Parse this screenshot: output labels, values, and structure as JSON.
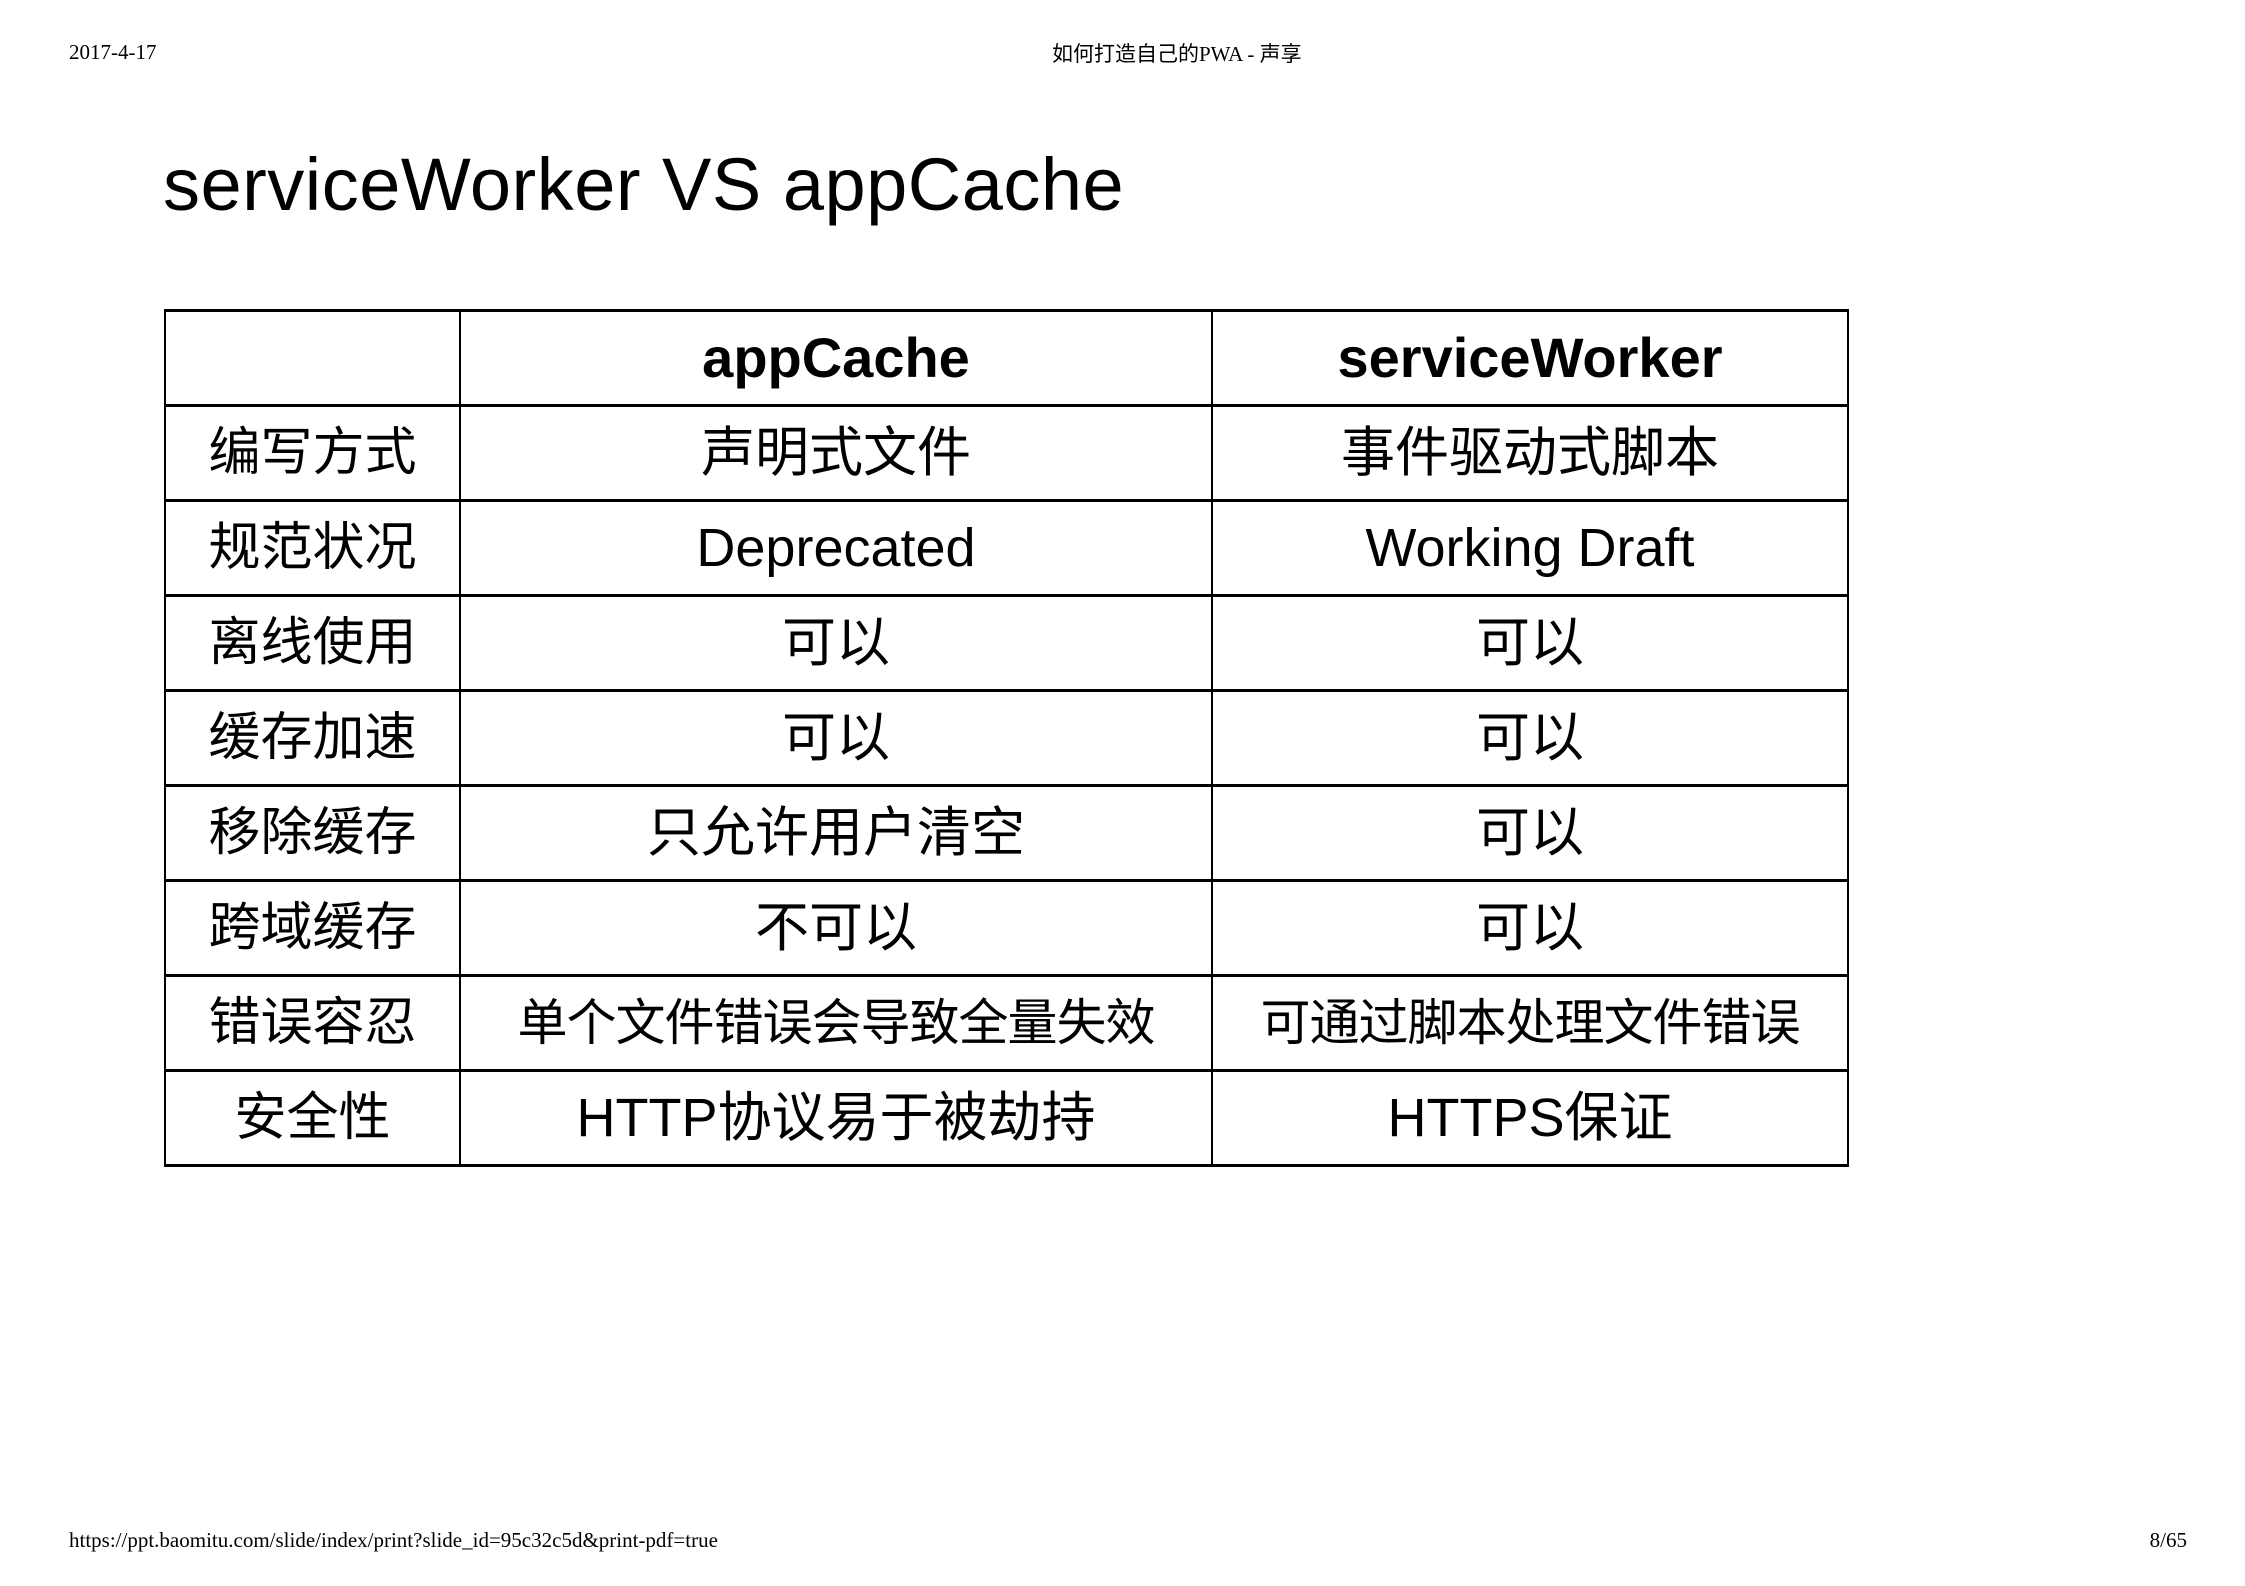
{
  "print_header": {
    "date": "2017-4-17",
    "title": "如何打造自己的PWA - 声享"
  },
  "print_footer": {
    "url": "https://ppt.baomitu.com/slide/index/print?slide_id=95c32c5d&print-pdf=true",
    "page": "8/65"
  },
  "slide": {
    "title": "serviceWorker VS appCache",
    "table": {
      "headers": [
        "",
        "appCache",
        "serviceWorker"
      ],
      "rows": [
        {
          "feature": "编写方式",
          "appcache": "声明式文件",
          "serviceworker": "事件驱动式脚本"
        },
        {
          "feature": "规范状况",
          "appcache": "Deprecated",
          "serviceworker": "Working Draft"
        },
        {
          "feature": "离线使用",
          "appcache": "可以",
          "serviceworker": "可以"
        },
        {
          "feature": "缓存加速",
          "appcache": "可以",
          "serviceworker": "可以"
        },
        {
          "feature": "移除缓存",
          "appcache": "只允许用户清空",
          "serviceworker": "可以"
        },
        {
          "feature": "跨域缓存",
          "appcache": "不可以",
          "serviceworker": "可以"
        },
        {
          "feature": "错误容忍",
          "appcache": "单个文件错误会导致全量失效",
          "serviceworker": "可通过脚本处理文件错误"
        },
        {
          "feature": "安全性",
          "appcache": "HTTP协议易于被劫持",
          "serviceworker": "HTTPS保证"
        }
      ]
    }
  }
}
